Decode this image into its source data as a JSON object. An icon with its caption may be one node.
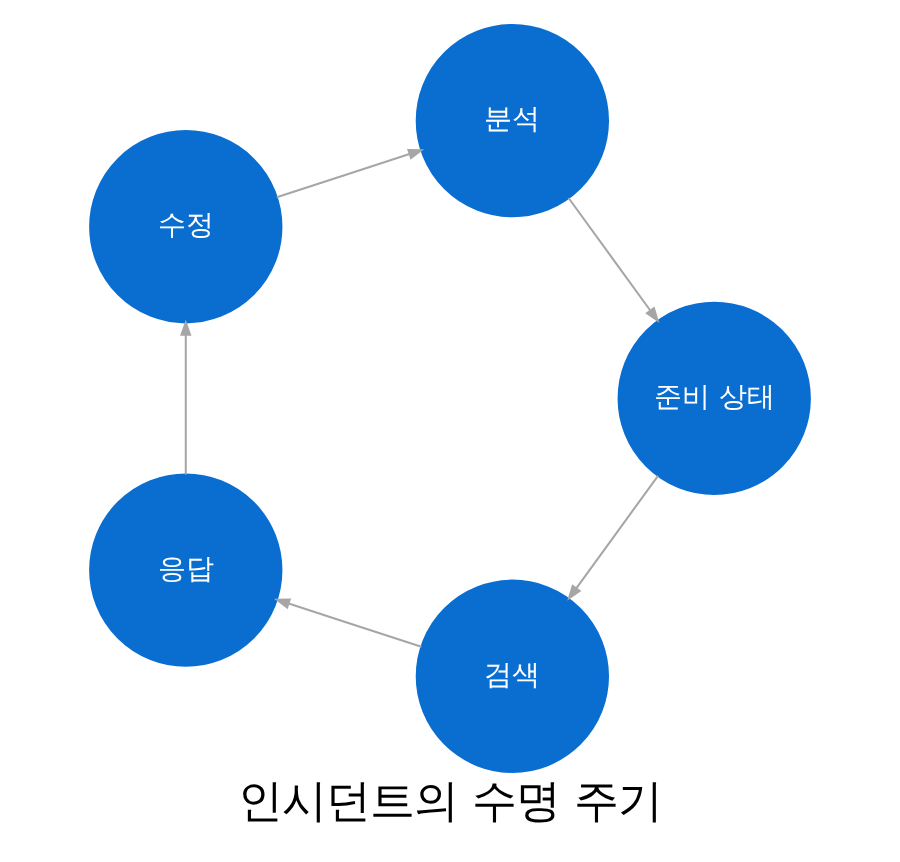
{
  "diagram": {
    "title": "인시던트의 수명 주기",
    "nodes": [
      {
        "text": [
          "검색"
        ]
      },
      {
        "text": [
          "응답"
        ]
      },
      {
        "text": [
          "수정"
        ]
      },
      {
        "text": [
          "분석"
        ]
      },
      {
        "text": [
          "준비 상태"
        ]
      }
    ],
    "edges": [
      {
        "from": 0,
        "to": 1,
        "arrow": "to"
      },
      {
        "from": 1,
        "to": 2,
        "arrow": "to"
      },
      {
        "from": 2,
        "to": 3,
        "arrow": "to"
      },
      {
        "from": 3,
        "to": 4,
        "arrow": "to"
      },
      {
        "from": 4,
        "to": 0,
        "arrow": "to"
      }
    ]
  }
}
